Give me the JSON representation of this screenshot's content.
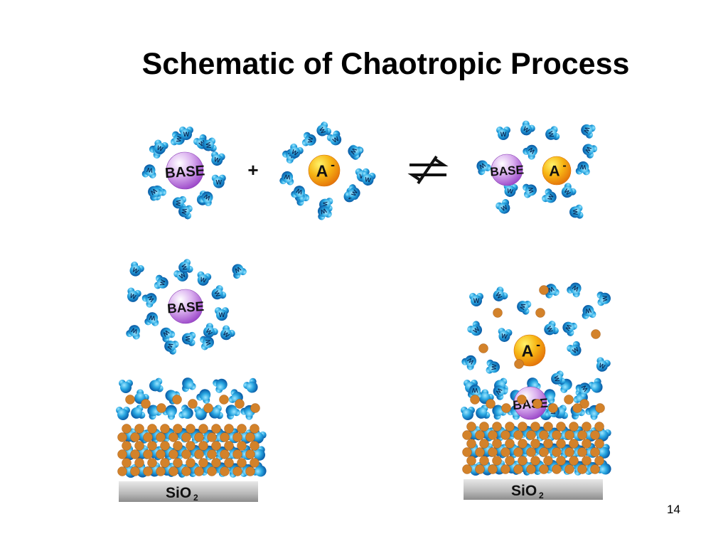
{
  "slide": {
    "title": "Schematic of Chaotropic Process",
    "page_number": "14"
  },
  "labels": {
    "base": "BASE",
    "anion_letter": "A",
    "anion_charge": "-",
    "water": "W",
    "plus": "+",
    "substrate_main": "SiO",
    "substrate_sub": "2"
  },
  "colors": {
    "water": "#1f9ad6",
    "water_dark": "#0a5a9a",
    "base": "#b36cd6",
    "anion": "#f3a10c",
    "silica_particle": "#d3822a",
    "substrate": "#b9b9b9"
  }
}
